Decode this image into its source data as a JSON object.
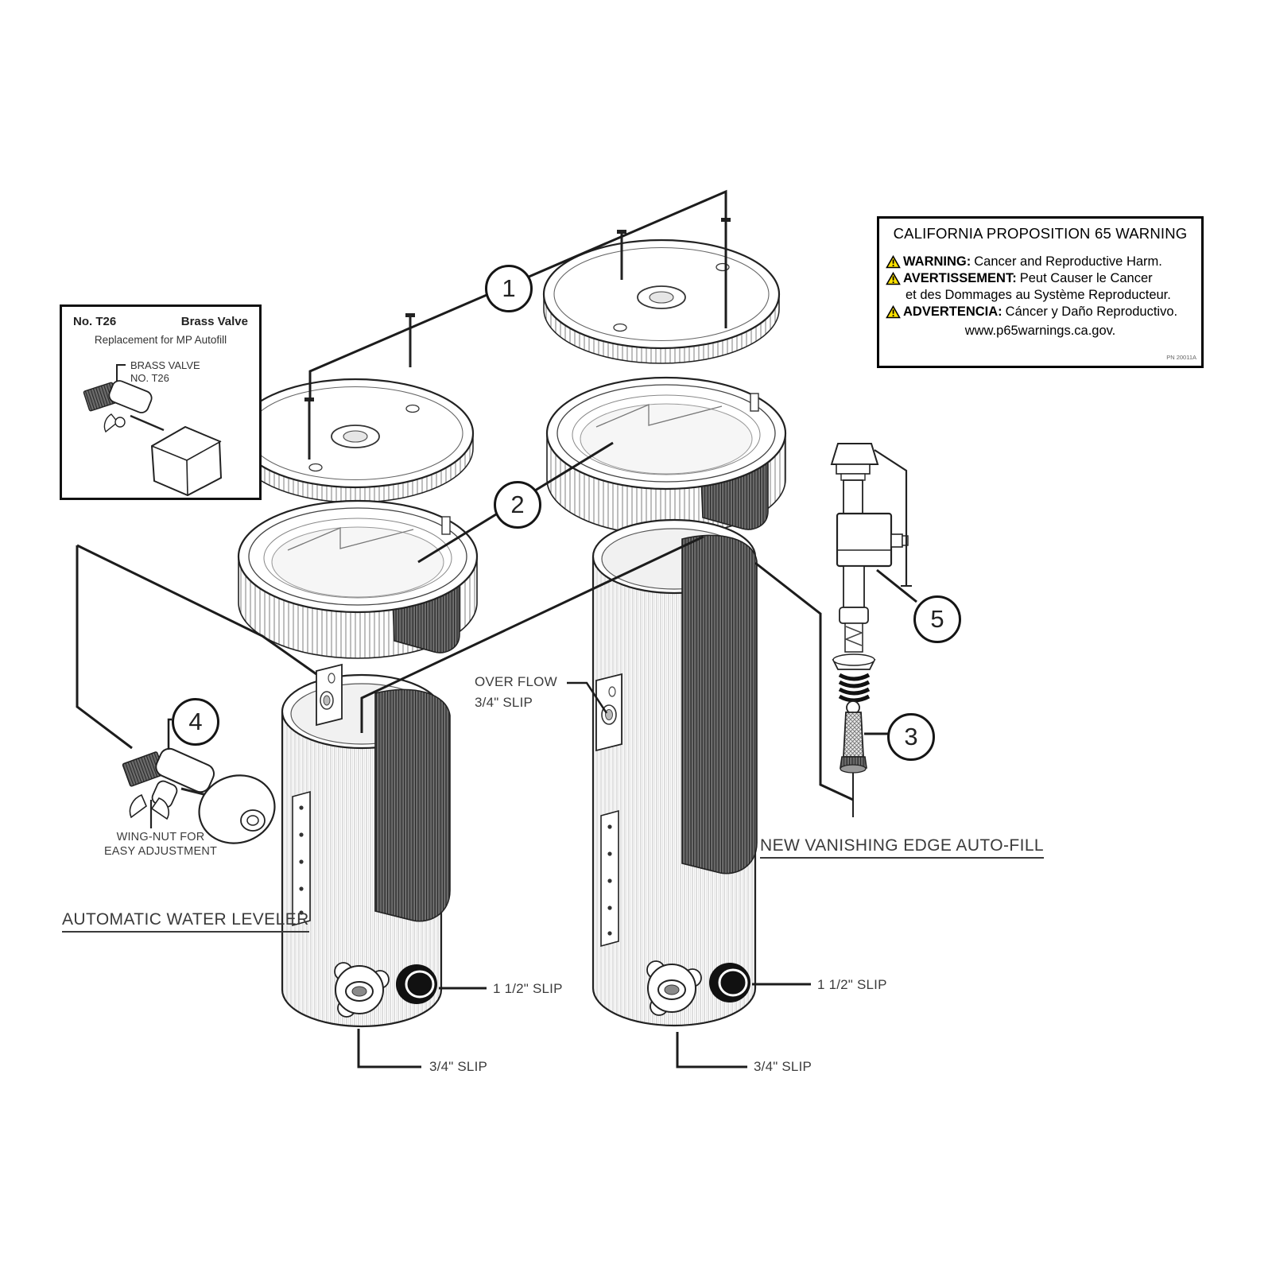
{
  "diagram": {
    "line_color": "#1c1c1c",
    "label_color": "#3c3c3c",
    "warning_yellow": "#ffe200"
  },
  "inset_box": {
    "part_no": "No. T26",
    "part_name": "Brass Valve",
    "subtitle": "Replacement for MP Autofill",
    "callout_line1": "BRASS VALVE",
    "callout_line2": "NO. T26"
  },
  "warning_box": {
    "title": "CALIFORNIA PROPOSITION 65 WARNING",
    "warning_prefix": "WARNING:",
    "warning_text": "Cancer and Reproductive Harm.",
    "avert_prefix": "AVERTISSEMENT:",
    "avert_text": "Peut Causer le Cancer",
    "avert_cont": "et des Dommages au Système Reproducteur.",
    "adv_prefix": "ADVERTENCIA:",
    "adv_text": "Cáncer y Daño Reproductivo.",
    "url": "www.p65warnings.ca.gov.",
    "part_no_small": "PN 20011A"
  },
  "callouts": {
    "n1": "1",
    "n2": "2",
    "n3": "3",
    "n4": "4",
    "n5": "5"
  },
  "labels": {
    "left_assembly": "AUTOMATIC WATER LEVELER",
    "right_assembly": "NEW VANISHING EDGE AUTO-FILL",
    "overflow_line1": "OVER FLOW",
    "overflow_line2": "3/4\" SLIP",
    "wingnut_line1": "WING-NUT FOR",
    "wingnut_line2": "EASY ADJUSTMENT",
    "left_slip_15": "1 1/2\" SLIP",
    "left_slip_34": "3/4\" SLIP",
    "right_slip_15": "1 1/2\" SLIP",
    "right_slip_34": "3/4\" SLIP"
  }
}
